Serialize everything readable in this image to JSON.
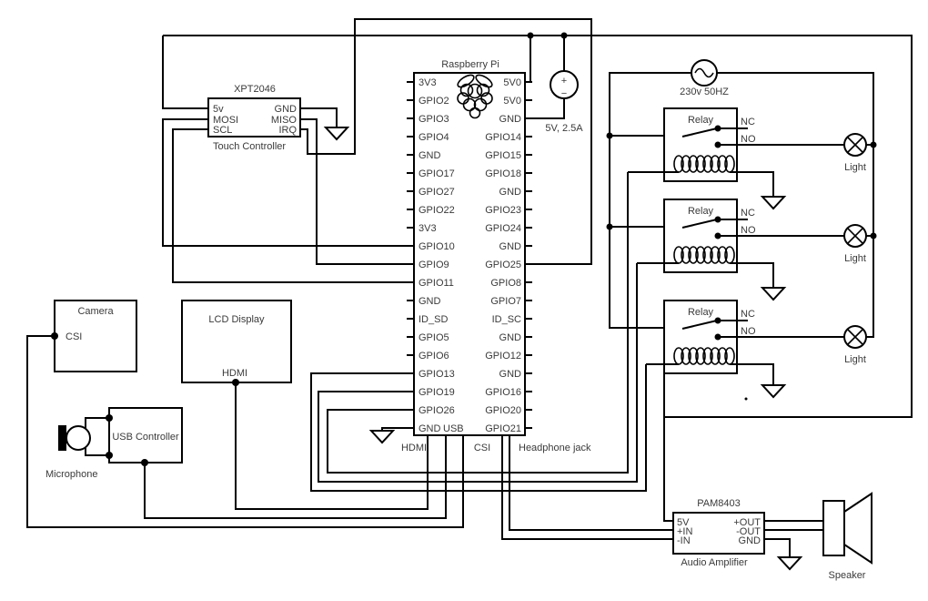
{
  "diagram": {
    "pi": {
      "title": "Raspberry Pi",
      "left_pins": [
        "3V3",
        "GPIO2",
        "GPIO3",
        "GPIO4",
        "GND",
        "GPIO17",
        "GPIO27",
        "GPIO22",
        "3V3",
        "GPIO10",
        "GPIO9",
        "GPIO11",
        "GND",
        "ID_SD",
        "GPIO5",
        "GPIO6",
        "GPIO13",
        "GPIO19",
        "GPIO26",
        "GND"
      ],
      "right_pins": [
        "5V0",
        "5V0",
        "GND",
        "GPIO14",
        "GPIO15",
        "GPIO18",
        "GND",
        "GPIO23",
        "GPIO24",
        "GND",
        "GPIO25",
        "GPIO8",
        "GPIO7",
        "ID_SC",
        "GND",
        "GPIO12",
        "GND",
        "GPIO16",
        "GPIO20",
        "GPIO21"
      ],
      "usb_label": "USB",
      "hdmi_port": "HDMI",
      "csi_port": "CSI",
      "headphone_port": "Headphone jack"
    },
    "touch": {
      "chip": "XPT2046",
      "caption": "Touch Controller",
      "pin_5v": "5v",
      "pin_mosi": "MOSI",
      "pin_scl": "SCL",
      "pin_gnd": "GND",
      "pin_miso": "MISO",
      "pin_irq": "IRQ"
    },
    "dc_supply": {
      "label": "5V, 2.5A",
      "plus": "+",
      "minus": "−"
    },
    "ac_supply": {
      "label": "230v 50HZ"
    },
    "camera": {
      "title": "Camera",
      "pin": "CSI"
    },
    "lcd": {
      "title": "LCD Display",
      "pin": "HDMI"
    },
    "usb_controller": {
      "title": "USB Controller"
    },
    "microphone": {
      "label": "Microphone"
    },
    "relay": {
      "title": "Relay",
      "nc": "NC",
      "no": "NO"
    },
    "light": {
      "label": "Light"
    },
    "amplifier": {
      "chip": "PAM8403",
      "caption": "Audio Amplifier",
      "pin_5v": "5V",
      "pin_pin": "+IN",
      "pin_nin": "-IN",
      "pin_pout": "+OUT",
      "pin_nout": "-OUT",
      "pin_gnd": "GND"
    },
    "speaker": {
      "label": "Speaker"
    }
  }
}
